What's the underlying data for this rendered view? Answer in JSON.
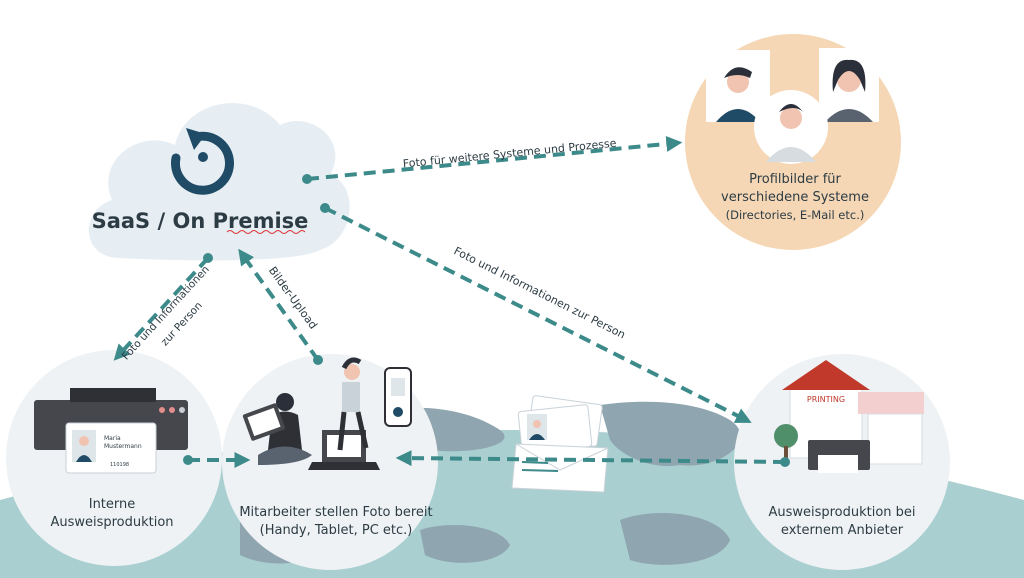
{
  "cloud": {
    "title": "SaaS / On Premise"
  },
  "profile": {
    "line1": "Profilbilder für",
    "line2": "verschiedene Systeme",
    "line3": "(Directories, E-Mail etc.)"
  },
  "internal": {
    "line1": "Interne",
    "line2": "Ausweisproduktion"
  },
  "staff": {
    "line1": "Mitarbeiter stellen Foto bereit",
    "line2": "(Handy, Tablet, PC etc.)"
  },
  "external": {
    "line1": "Ausweisproduktion bei",
    "line2": "externem Anbieter",
    "printing_sign": "PRINTING"
  },
  "edges": {
    "to_profile": "Foto für weitere Systeme und Prozesse",
    "to_external": "Foto und Informationen zur Person",
    "to_internal_1": "Foto und Informationen",
    "to_internal_2": "zur Person",
    "upload": "Bilder-Upload"
  },
  "card": {
    "name_1": "Maria",
    "name_2": "Mustermann",
    "number": "110198"
  },
  "colors": {
    "arrow": "#3d8a8a",
    "cloud": "#e6eef3",
    "globe_sea": "#a9cfd0",
    "globe_land": "#8fa5b0",
    "profile_circle": "#f5d7b5",
    "refresh_icon": "#1f4b66"
  }
}
